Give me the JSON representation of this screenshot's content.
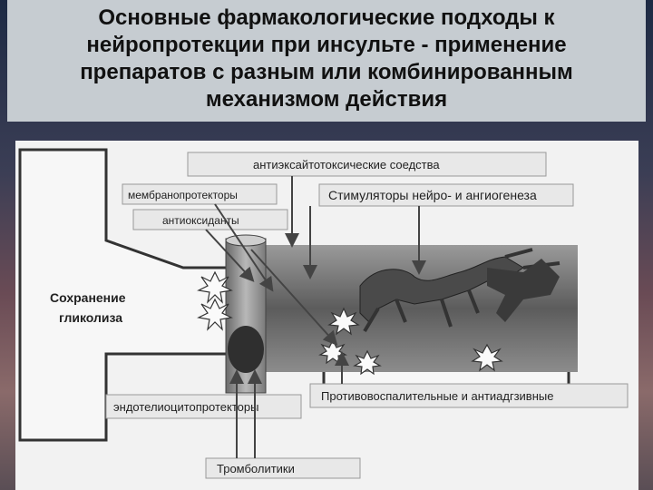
{
  "title": "Основные фармакологические подходы к\nнейропротекции при инсульте - применение\nпрепаратов с разным или комбинированным\nмеханизмом действия",
  "diagram": {
    "labels": {
      "anti_excitotoxic": "антиэксайтотоксические соедства",
      "membrane_protectors": "мембранопротекторы",
      "neuro_angio_stimulators": "Стимуляторы нейро- и ангиогенеза",
      "antioxidants": "антиоксиданты",
      "glycolysis_line1": "Сохранение",
      "glycolysis_line2": "гликолиза",
      "endothelio_protectors": "эндотелиоцитопротекторы",
      "anti_inflammatory": "Противовоспалительные и антиадгзивные",
      "thrombolytics": "Тромболитики"
    }
  }
}
